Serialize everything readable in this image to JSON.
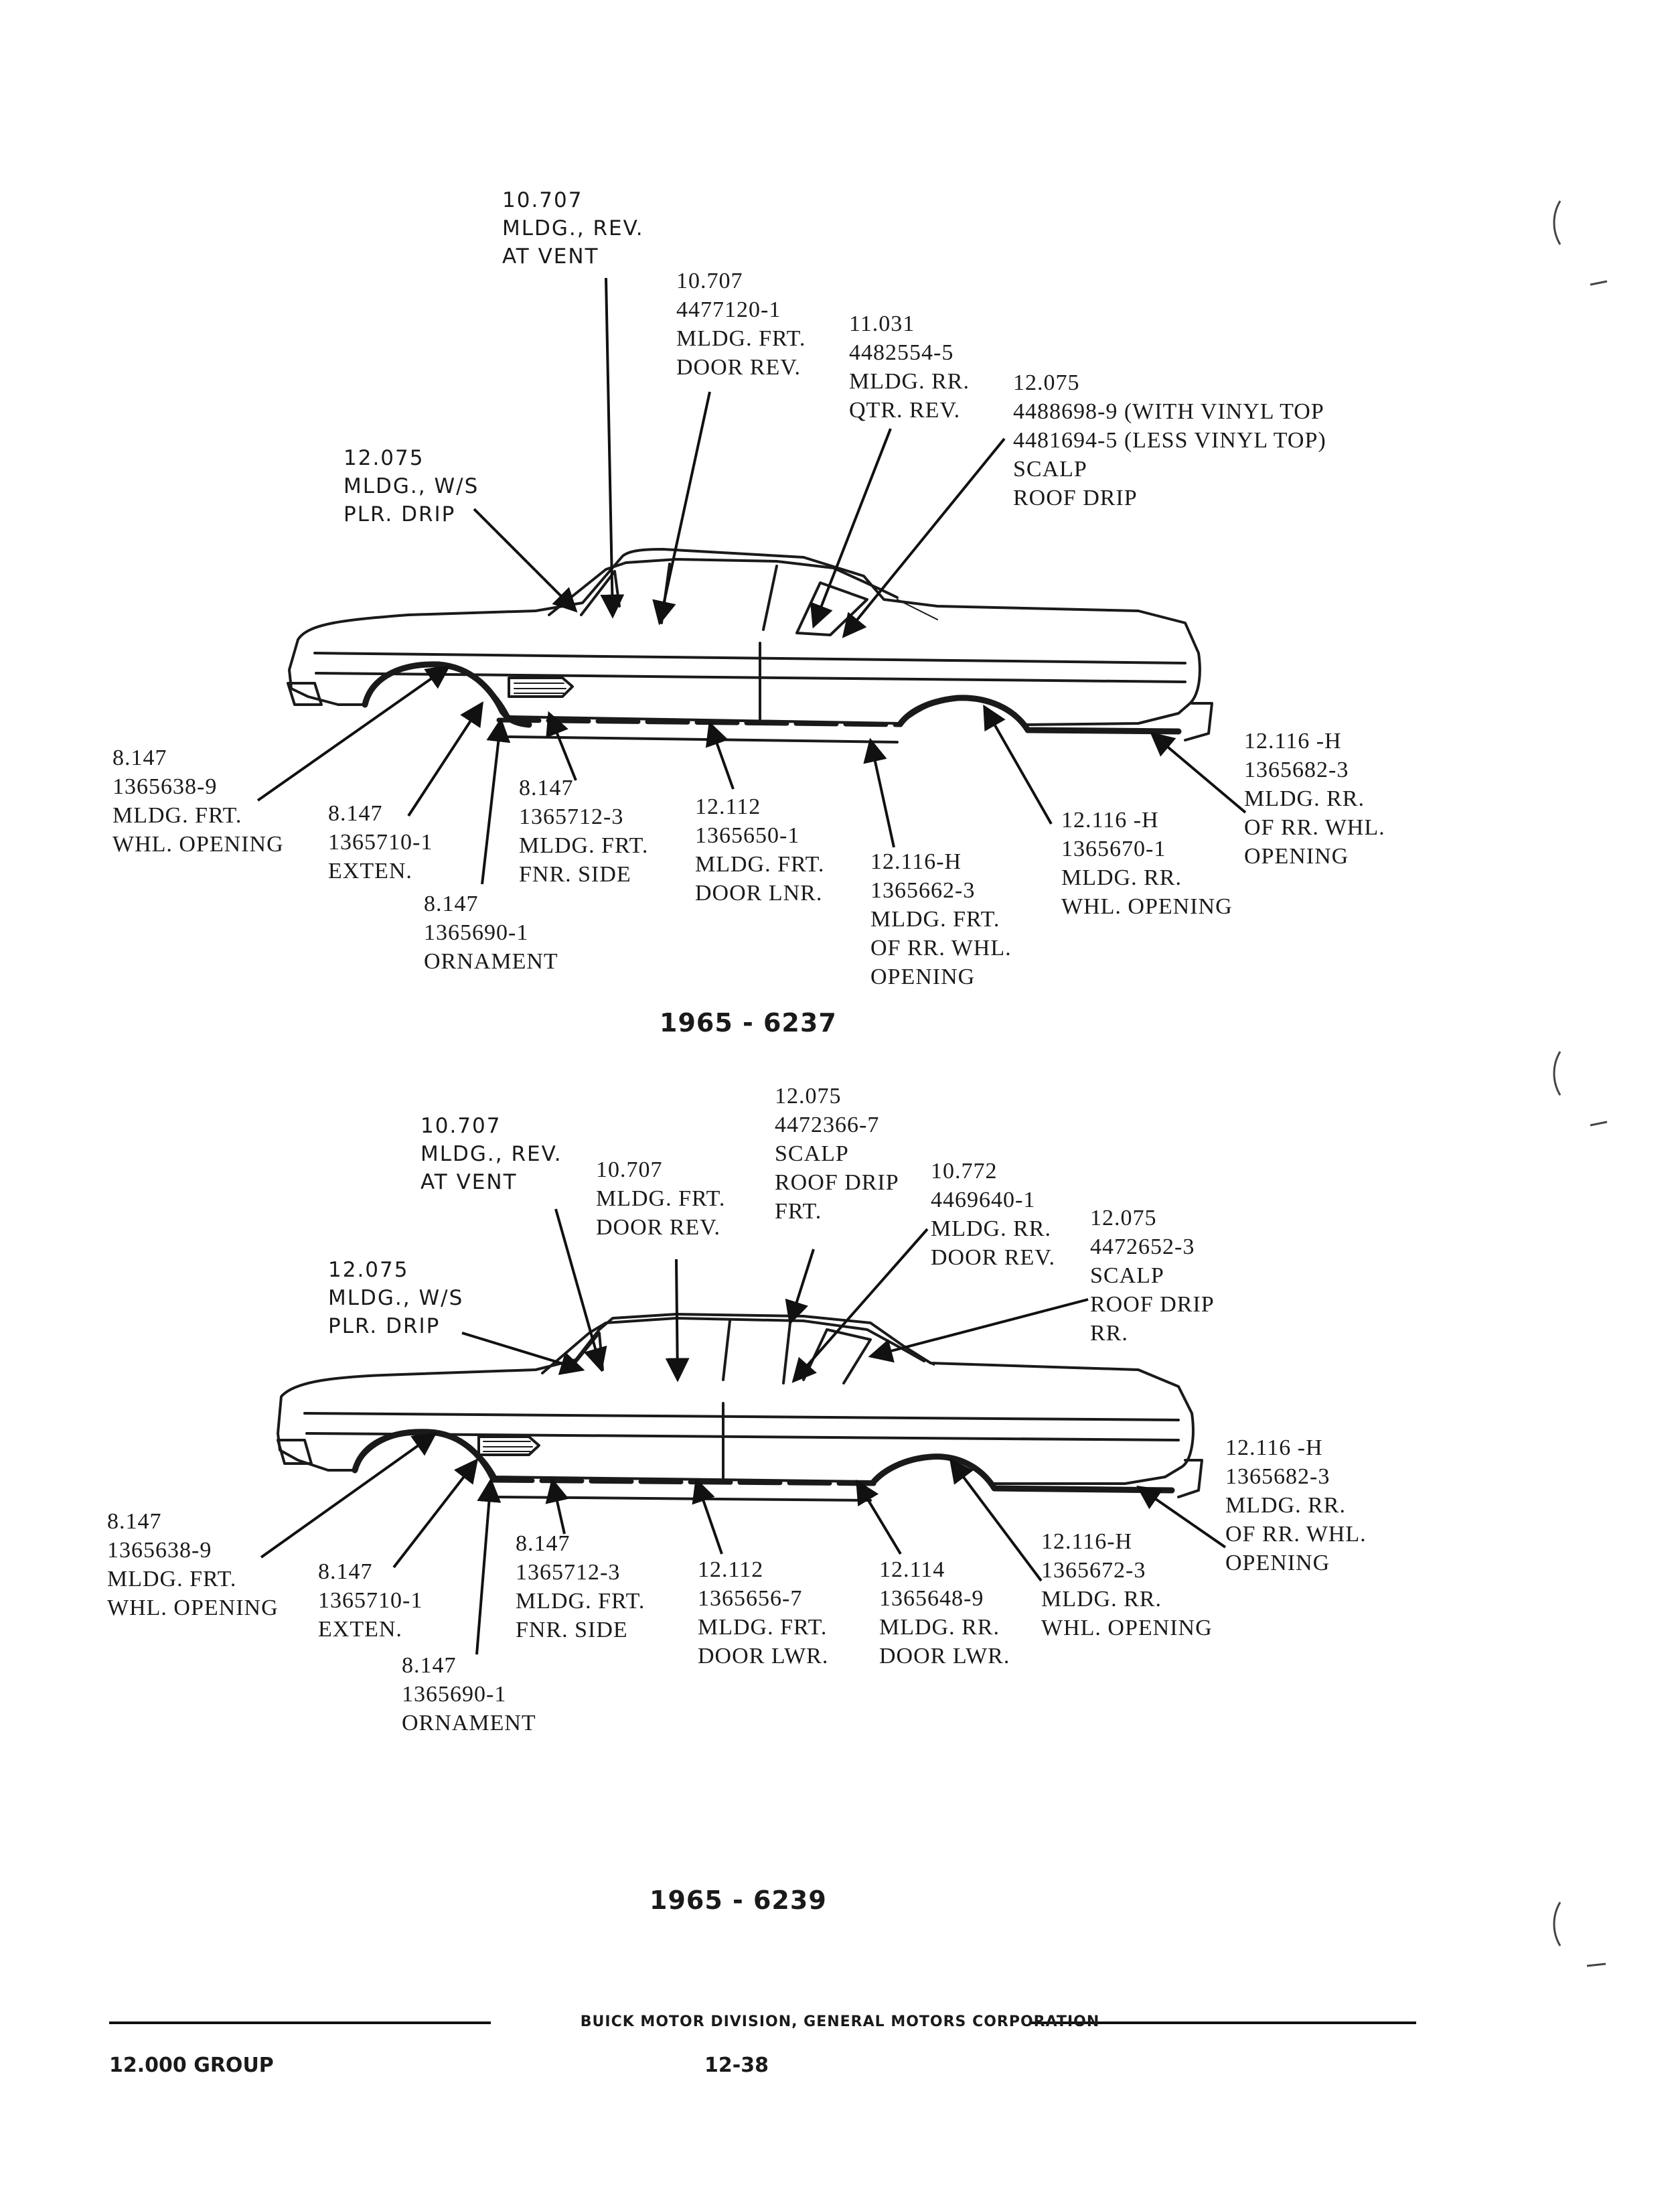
{
  "diagram_top": {
    "title": "1965 - 6237",
    "callouts": [
      {
        "id": "t1",
        "lines": [
          "10.707",
          "MLDG., REV.",
          "AT VENT"
        ]
      },
      {
        "id": "t2",
        "lines": [
          "10.707",
          "4477120-1",
          "MLDG. FRT.",
          "DOOR REV."
        ]
      },
      {
        "id": "t3",
        "lines": [
          "11.031",
          "4482554-5",
          "MLDG. RR.",
          "QTR. REV."
        ]
      },
      {
        "id": "t4",
        "lines": [
          "12.075",
          "4488698-9 (WITH VINYL TOP",
          "4481694-5 (LESS VINYL TOP)",
          "SCALP",
          "ROOF DRIP"
        ]
      },
      {
        "id": "t5",
        "lines": [
          "12.075",
          "MLDG., W/S",
          "PLR. DRIP"
        ]
      },
      {
        "id": "t6",
        "lines": [
          "8.147",
          "1365638-9",
          "MLDG. FRT.",
          "WHL. OPENING"
        ]
      },
      {
        "id": "t7",
        "lines": [
          "8.147",
          "1365710-1",
          "EXTEN."
        ]
      },
      {
        "id": "t8",
        "lines": [
          "8.147",
          "1365712-3",
          "MLDG. FRT.",
          "FNR. SIDE"
        ]
      },
      {
        "id": "t9",
        "lines": [
          "8.147",
          "1365690-1",
          "ORNAMENT"
        ]
      },
      {
        "id": "t10",
        "lines": [
          "12.112",
          "1365650-1",
          "MLDG. FRT.",
          "DOOR LNR."
        ]
      },
      {
        "id": "t11",
        "lines": [
          "12.116-H",
          "1365662-3",
          "MLDG. FRT.",
          "OF RR. WHL.",
          "OPENING"
        ]
      },
      {
        "id": "t12",
        "lines": [
          "12.116 -H",
          "1365670-1",
          "MLDG. RR.",
          "WHL. OPENING"
        ]
      },
      {
        "id": "t13",
        "lines": [
          "12.116 -H",
          "1365682-3",
          "MLDG. RR.",
          "OF RR. WHL.",
          "OPENING"
        ]
      }
    ]
  },
  "diagram_bottom": {
    "title": "1965 - 6239",
    "callouts": [
      {
        "id": "b1",
        "lines": [
          "10.707",
          "MLDG., REV.",
          "AT VENT"
        ]
      },
      {
        "id": "b2",
        "lines": [
          "10.707",
          "MLDG. FRT.",
          "DOOR REV."
        ]
      },
      {
        "id": "b3",
        "lines": [
          "12.075",
          "4472366-7",
          "SCALP",
          "ROOF DRIP",
          "FRT."
        ]
      },
      {
        "id": "b4",
        "lines": [
          "10.772",
          "4469640-1",
          "MLDG. RR.",
          "DOOR REV."
        ]
      },
      {
        "id": "b5",
        "lines": [
          "12.075",
          "4472652-3",
          "SCALP",
          "ROOF DRIP",
          "RR."
        ]
      },
      {
        "id": "b6",
        "lines": [
          "12.075",
          "MLDG., W/S",
          "PLR. DRIP"
        ]
      },
      {
        "id": "b7",
        "lines": [
          "8.147",
          "1365638-9",
          "MLDG. FRT.",
          "WHL. OPENING"
        ]
      },
      {
        "id": "b8",
        "lines": [
          "8.147",
          "1365710-1",
          "EXTEN."
        ]
      },
      {
        "id": "b9",
        "lines": [
          "8.147",
          "1365712-3",
          "MLDG. FRT.",
          "FNR. SIDE"
        ]
      },
      {
        "id": "b10",
        "lines": [
          "8.147",
          "1365690-1",
          "ORNAMENT"
        ]
      },
      {
        "id": "b11",
        "lines": [
          "12.112",
          "1365656-7",
          "MLDG. FRT.",
          "DOOR LWR."
        ]
      },
      {
        "id": "b12",
        "lines": [
          "12.114",
          "1365648-9",
          "MLDG. RR.",
          "DOOR LWR."
        ]
      },
      {
        "id": "b13",
        "lines": [
          "12.116-H",
          "1365672-3",
          "MLDG. RR.",
          "WHL. OPENING"
        ]
      },
      {
        "id": "b14",
        "lines": [
          "12.116 -H",
          "1365682-3",
          "MLDG. RR.",
          "OF RR. WHL.",
          "OPENING"
        ]
      }
    ]
  },
  "footer": {
    "publisher": "BUICK MOTOR DIVISION, GENERAL MOTORS CORPORATION",
    "group": "12.000 GROUP",
    "page": "12-38"
  }
}
